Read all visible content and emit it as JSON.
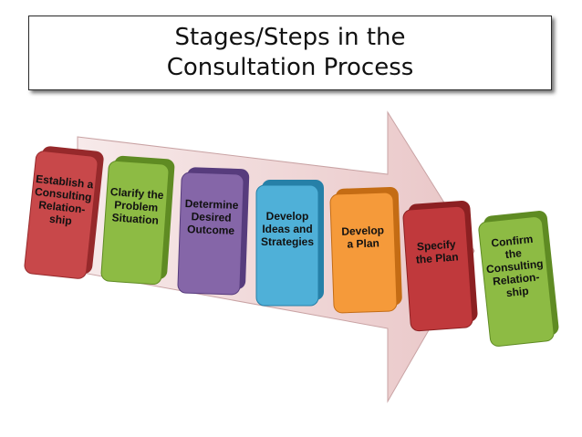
{
  "title": {
    "line1": "Stages/Steps in the",
    "line2": "Consultation Process"
  },
  "steps": [
    {
      "lines": [
        "Establish a",
        "Consulting",
        "Relation-",
        "ship"
      ],
      "color": "#c8484a",
      "side": "#96292b"
    },
    {
      "lines": [
        "Clarify the",
        "Problem",
        "Situation"
      ],
      "color": "#8dbb44",
      "side": "#5f8b23"
    },
    {
      "lines": [
        "Determine",
        "Desired",
        "Outcome"
      ],
      "color": "#8566a8",
      "side": "#573c7d"
    },
    {
      "lines": [
        "Develop",
        "Ideas and",
        "Strategies"
      ],
      "color": "#4fb0d8",
      "side": "#2680a8"
    },
    {
      "lines": [
        "Develop",
        "a Plan"
      ],
      "color": "#f59a3a",
      "side": "#c46c14"
    },
    {
      "lines": [
        "Specify",
        "the Plan"
      ],
      "color": "#c0393c",
      "side": "#8c2022"
    },
    {
      "lines": [
        "Confirm",
        "the",
        "Consulting",
        "Relation-",
        "ship"
      ],
      "color": "#8dbb44",
      "side": "#5f8b23"
    }
  ],
  "arrow_color": "#f2dcdc"
}
